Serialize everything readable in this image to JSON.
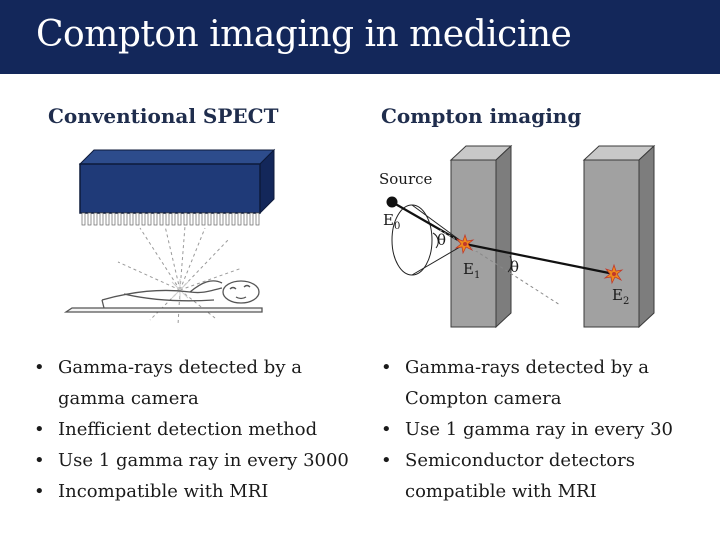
{
  "title": "Compton imaging in medicine",
  "left": {
    "heading": "Conventional SPECT",
    "bullets": [
      "Gamma-rays detected by a gamma camera",
      "Inefficient detection method",
      "Use 1 gamma ray in every 3000",
      "Incompatible with MRI"
    ]
  },
  "right": {
    "heading": "Compton imaging",
    "bullets": [
      "Gamma-rays detected by a Compton camera",
      "Use 1 gamma ray in every 30",
      "Semiconductor detectors compatible with MRI"
    ]
  },
  "diagram": {
    "source_label": "Source",
    "e0_label": "E",
    "e0_sub": "0",
    "e1_label": "E",
    "e1_sub": "1",
    "e2_label": "E",
    "e2_sub": "2",
    "theta1": "θ",
    "theta2": "θ"
  },
  "colors": {
    "title_bar": "#13275a",
    "camera_blue": "#1f3a78",
    "detector_gray": "#9e9e9e",
    "interaction_orange": "#f08a1c"
  }
}
